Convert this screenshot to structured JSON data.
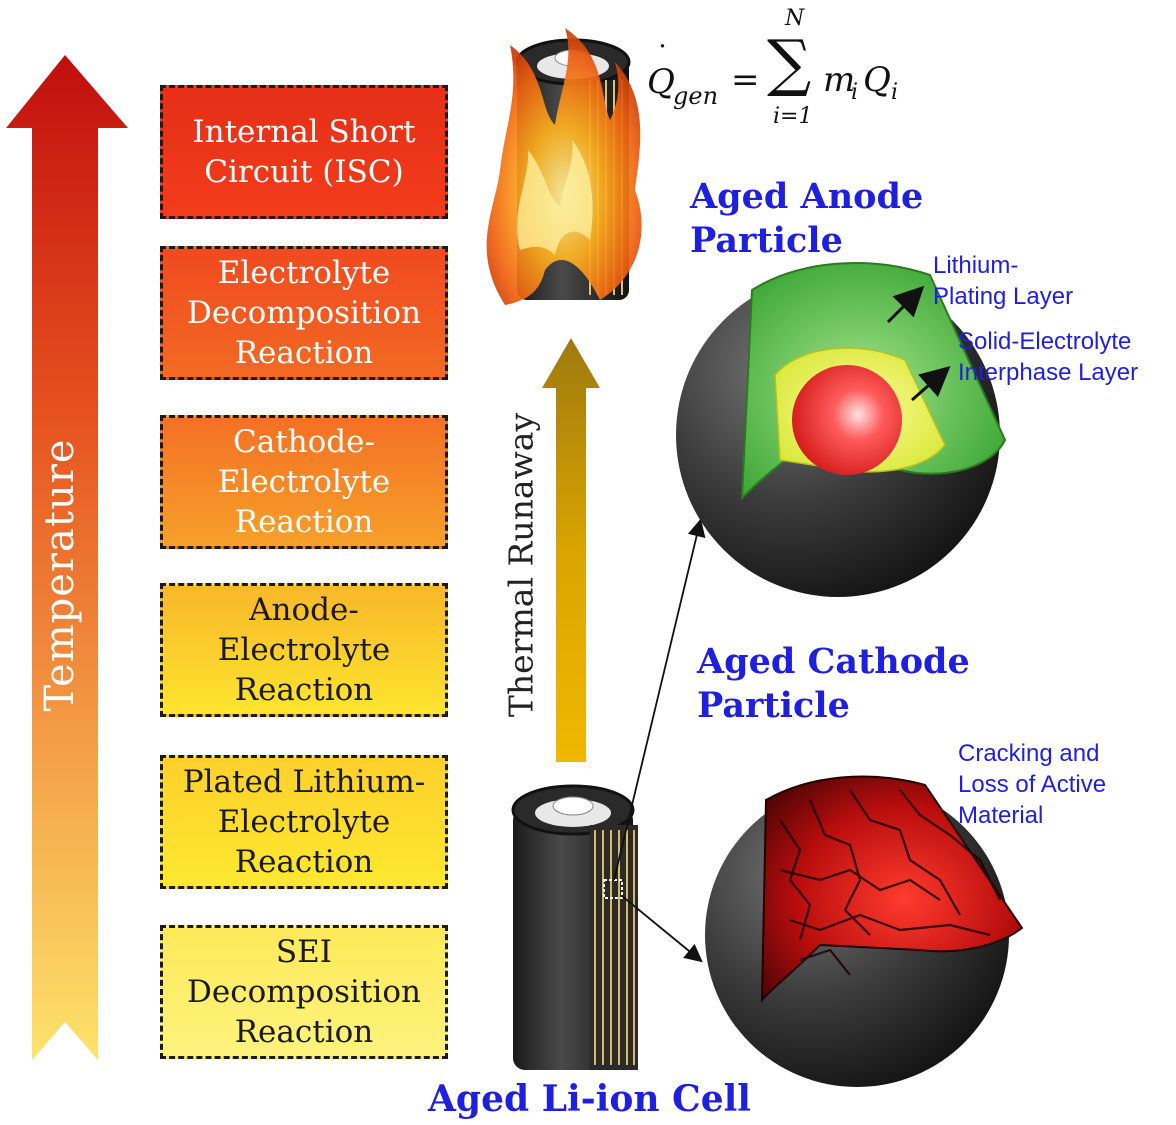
{
  "temperature_label": "Temperature",
  "thermal_runaway_label": "Thermal Runaway",
  "reactions": [
    {
      "label": "Internal Short\nCircuit (ISC)"
    },
    {
      "label": "Electrolyte\nDecomposition\nReaction"
    },
    {
      "label": "Cathode-\nElectrolyte\nReaction"
    },
    {
      "label": "Anode-\nElectrolyte\nReaction"
    },
    {
      "label": "Plated Lithium-\nElectrolyte\nReaction"
    },
    {
      "label": "SEI\nDecomposition\nReaction"
    }
  ],
  "formula": {
    "lhs": "Q",
    "lhs_sub": "gen",
    "equals": "=",
    "sum_upper": "N",
    "sum_lower": "i=1",
    "term_m": "m",
    "term_q": "Q",
    "sub_i": "i"
  },
  "anode": {
    "title": "Aged Anode\nParticle",
    "lithium_plating": "Lithium-\nPlating Layer",
    "sei_layer": "Solid-Electrolyte\nInterphase Layer"
  },
  "cathode": {
    "title": "Aged Cathode\nParticle",
    "cracking": "Cracking and\nLoss of Active\nMaterial"
  },
  "cell": {
    "title": "Aged Li-ion Cell"
  },
  "colors": {
    "title_blue": "#1f1fe0",
    "hot_red": "#c81010",
    "warm_yellow": "#fde36a",
    "runaway_gold": "#d9a400",
    "anode_green": "#4fc43a"
  },
  "icons": [
    "temperature-arrow",
    "thermal-runaway-arrow",
    "burning-cell-icon",
    "li-ion-cell-icon",
    "anode-particle",
    "cathode-particle",
    "pointer-arrow"
  ]
}
